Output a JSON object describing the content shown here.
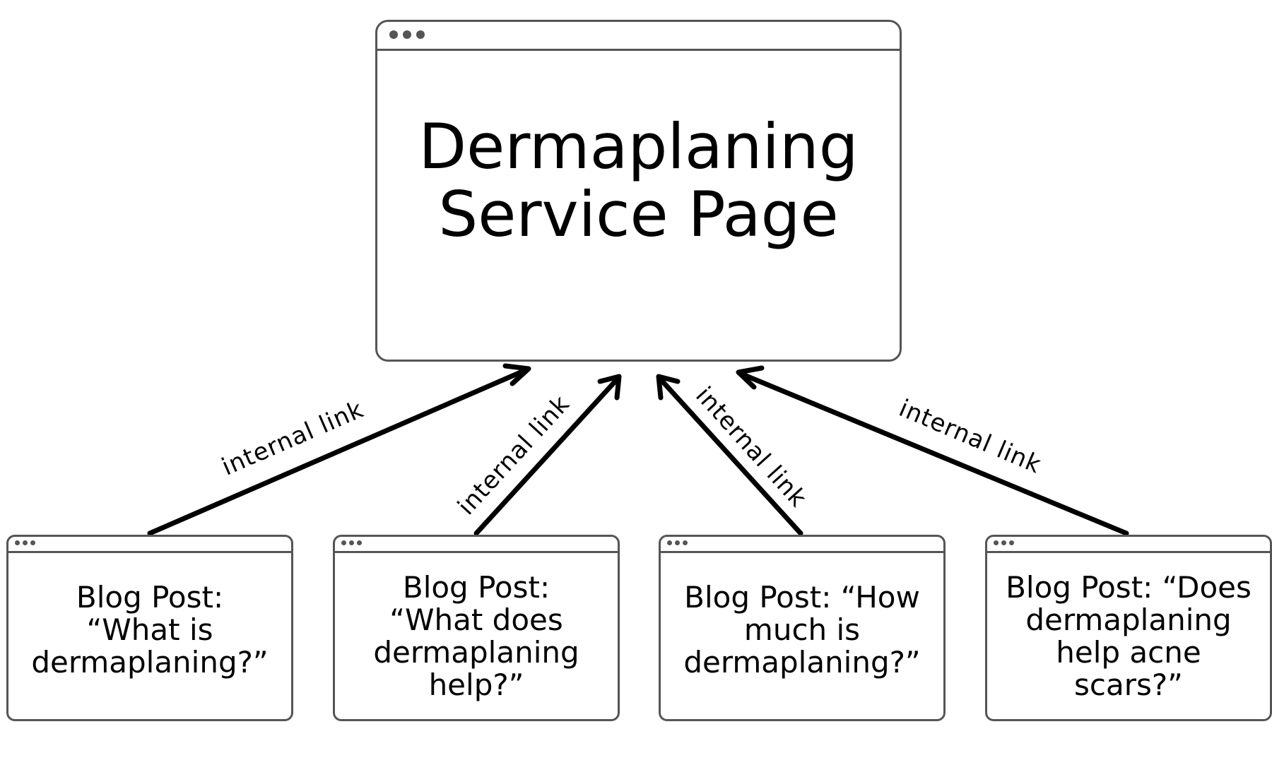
{
  "main_page": {
    "title_line1": "Dermaplaning",
    "title_line2": "Service Page"
  },
  "blog_posts": [
    {
      "lines": [
        "Blog Post:",
        "“What is",
        "dermaplaning?”"
      ]
    },
    {
      "lines": [
        "Blog Post:",
        "“What does",
        "dermaplaning",
        "help?”"
      ]
    },
    {
      "lines": [
        "Blog Post: “How",
        "much is",
        "dermaplaning?”"
      ]
    },
    {
      "lines": [
        "Blog Post: “Does",
        "dermaplaning",
        "help acne",
        "scars?”"
      ]
    }
  ],
  "links": [
    {
      "label": "internal link"
    },
    {
      "label": "internal link"
    },
    {
      "label": "internal link"
    },
    {
      "label": "internal link"
    }
  ],
  "colors": {
    "window_border": "#555555",
    "arrow": "#000000",
    "text": "#000000"
  }
}
